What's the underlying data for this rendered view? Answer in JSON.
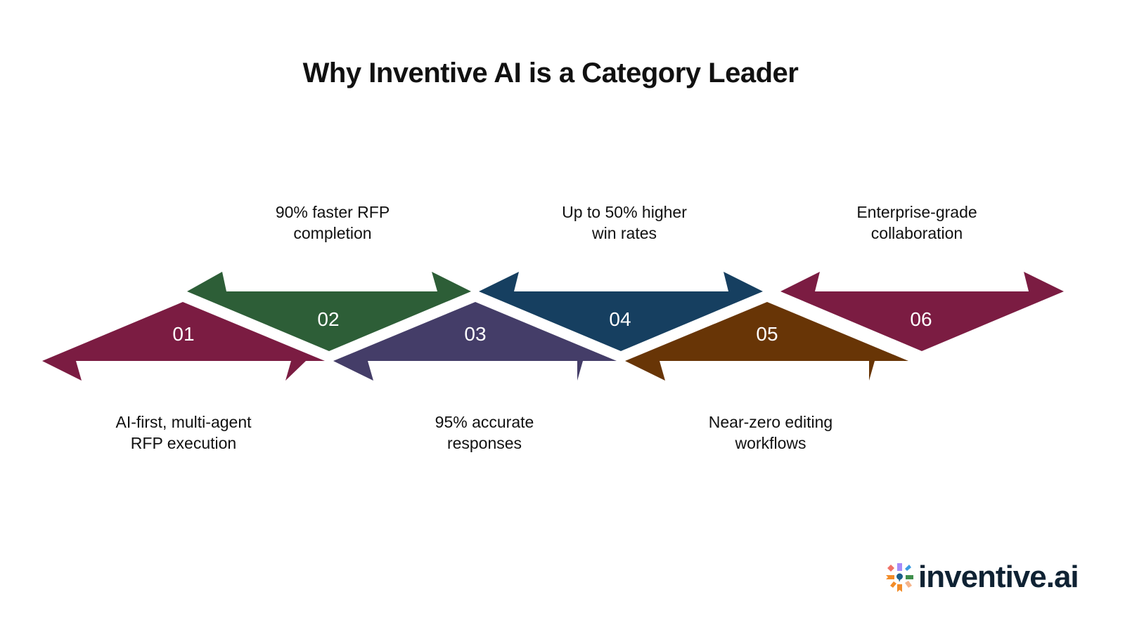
{
  "title": "Why Inventive AI is a Category Leader",
  "colors": {
    "s01": "#7b1c42",
    "s02": "#2d5e37",
    "s03": "#443d68",
    "s04": "#163f60",
    "s05": "#683506",
    "s06": "#7b1c42",
    "number_text": "#ffffff",
    "label_text": "#111111",
    "logo_text": "#0f2233"
  },
  "steps": [
    {
      "number": "01",
      "label_line1": "AI-first, multi-agent",
      "label_line2": "RFP execution",
      "position": "bottom"
    },
    {
      "number": "02",
      "label_line1": "90% faster RFP",
      "label_line2": "completion",
      "position": "top"
    },
    {
      "number": "03",
      "label_line1": "95% accurate",
      "label_line2": "responses",
      "position": "bottom"
    },
    {
      "number": "04",
      "label_line1": "Up to 50% higher",
      "label_line2": "win rates",
      "position": "top"
    },
    {
      "number": "05",
      "label_line1": "Near-zero editing",
      "label_line2": "workflows",
      "position": "bottom"
    },
    {
      "number": "06",
      "label_line1": "Enterprise-grade",
      "label_line2": "collaboration",
      "position": "top"
    }
  ],
  "logo": {
    "text": "inventive.ai",
    "icon": "inventive-spark-logo-icon"
  }
}
